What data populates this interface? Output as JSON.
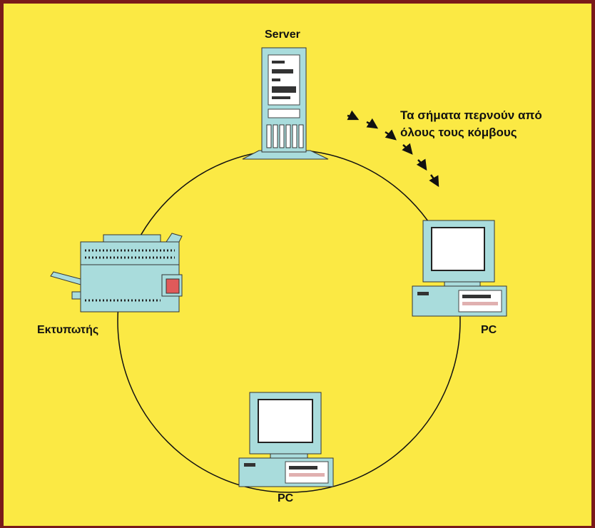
{
  "diagram": {
    "nodes": {
      "server": {
        "label": "Server",
        "icon": "server-tower-icon"
      },
      "pc_right": {
        "label": "PC",
        "icon": "desktop-pc-icon"
      },
      "pc_bottom": {
        "label": "PC",
        "icon": "desktop-pc-icon"
      },
      "printer": {
        "label": "Εκτυπωτής",
        "icon": "printer-icon"
      }
    },
    "annotation": {
      "line1": "Τα σήματα περνούν από",
      "line2": "όλους τους κόμβους"
    }
  },
  "colors": {
    "background": "#fbe944",
    "border": "#7a1a1a",
    "device": "#a9dcdc",
    "screen": "#ffffff",
    "accent": "#e05a5a"
  }
}
